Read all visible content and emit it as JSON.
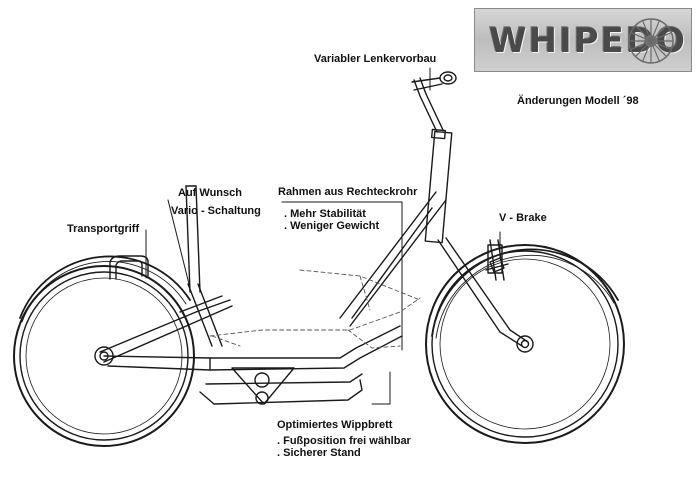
{
  "logo": {
    "text": "WHIPEDO"
  },
  "subtitle": "Änderungen Modell ´98",
  "labels": {
    "handlebar": "Variabler Lenkervorbau",
    "brake": "V - Brake",
    "option_title": "Auf Wunsch",
    "option_item": "Vario - Schaltung",
    "transport": "Transportgriff",
    "frame_title": "Rahmen aus Rechteckrohr",
    "frame_item1": ". Mehr Stabilität",
    "frame_item2": ". Weniger Gewicht",
    "board_title": "Optimiertes Wippbrett",
    "board_item1": ". Fußposition frei wählbar",
    "board_item2": ". Sicherer Stand"
  },
  "colors": {
    "line": "#1a1a1a",
    "dash": "#555555"
  }
}
